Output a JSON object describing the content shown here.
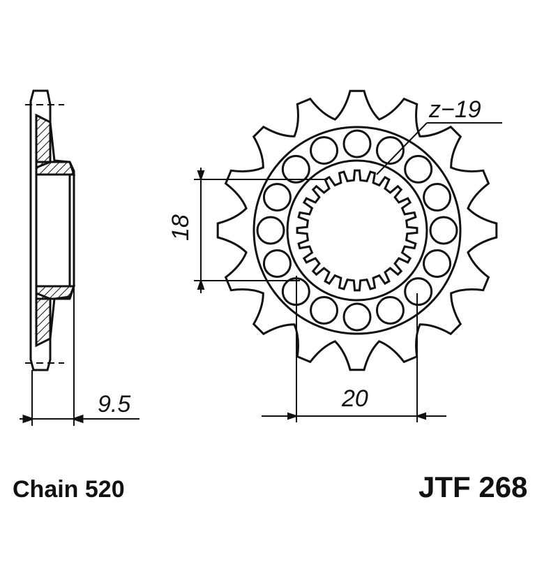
{
  "diagram": {
    "tooth_label": "z−19",
    "dim_height": "18",
    "dim_width": "20",
    "dim_thickness": "9.5",
    "chain": "Chain 520",
    "part_number": "JTF 268"
  },
  "colors": {
    "ink": "#111111",
    "background": "#ffffff"
  }
}
